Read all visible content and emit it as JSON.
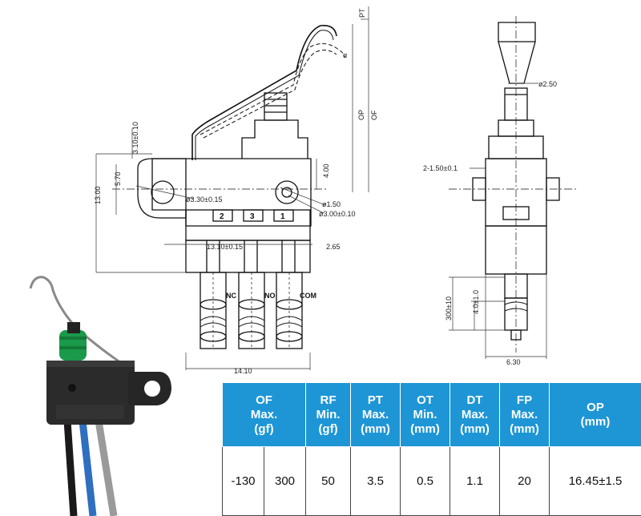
{
  "dimensions": {
    "pt": "PT",
    "op": "OP",
    "of": "OF",
    "dia_250": "ø2.50",
    "h_310": "3.10±0.10",
    "h_570": "5.70",
    "h_1300": "13.00",
    "h_400": "4.00",
    "dia_330": "ø3.30±0.15",
    "dia_150": "ø1.50",
    "dia_300": "ø3.00±0.10",
    "w_1310": "13.10±0.15",
    "w_265": "2.65",
    "w_1410": "14.10",
    "slot": "2-1.50±0.1",
    "h_300": "300±10",
    "h_40": "4.0±1.0",
    "w_630": "6.30",
    "alpha": "α"
  },
  "pins": {
    "p2": "2",
    "p3": "3",
    "p1": "1",
    "nc": "NC",
    "no": "NO",
    "com": "COM"
  },
  "colors": {
    "header_bg": "#1e96d6",
    "housing": "#2b2b2b",
    "plunger": "#1a9a4a",
    "wire_blue": "#2f6fc0",
    "wire_gray": "#9a9a9a"
  },
  "table": {
    "headers": [
      "OF\nMax.\n(gf)",
      "RF\nMin.\n(gf)",
      "PT\nMax.\n(mm)",
      "OT\nMin.\n(mm)",
      "DT\nMax.\n(mm)",
      "FP\nMax.\n(mm)",
      "OP\n(mm)"
    ],
    "values": [
      "-130",
      "300",
      "50",
      "3.5",
      "0.5",
      "1.1",
      "20",
      "16.45±1.5"
    ]
  }
}
